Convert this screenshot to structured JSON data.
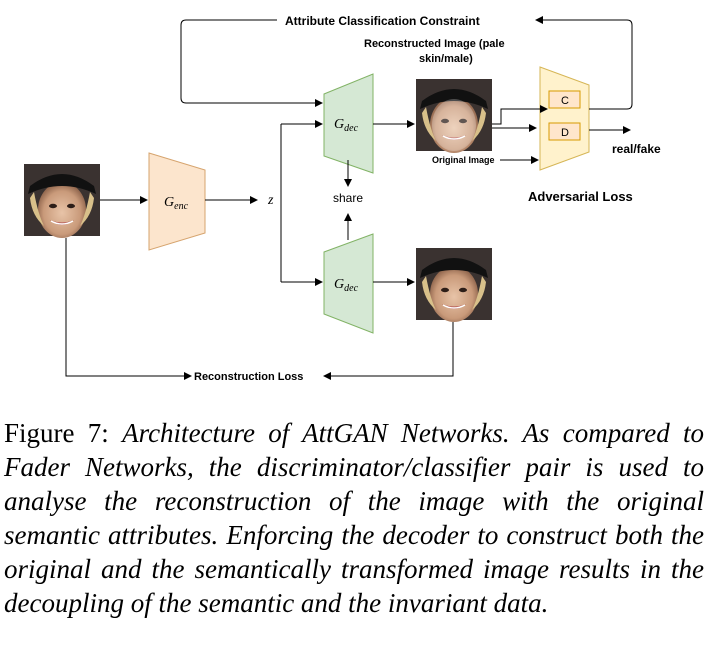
{
  "diagram": {
    "labels": {
      "attr_constraint": "Attribute Classification Constraint",
      "recon_image": "Reconstructed Image (pale",
      "recon_image_2": "skin/male)",
      "original_image": "Original Image",
      "real_fake": "real/fake",
      "adversarial_loss": "Adversarial Loss",
      "share": "share",
      "z": "z",
      "reconstruction_loss": "Reconstruction Loss",
      "classifier": "C",
      "discriminator": "D"
    },
    "encoder": {
      "base": "G",
      "sub": "enc"
    },
    "decoder_top": {
      "base": "G",
      "sub": "dec"
    },
    "decoder_bottom": {
      "base": "G",
      "sub": "dec"
    },
    "colors": {
      "encoder_fill": "#fce5cd",
      "encoder_stroke": "#d6a46e",
      "decoder_fill": "#d5e8d4",
      "decoder_stroke": "#82b366",
      "disc_fill": "#fff2cc",
      "disc_stroke": "#d6b656",
      "box_fill": "#ffe6cc",
      "box_stroke": "#d79b00"
    }
  },
  "caption": {
    "figure_label": "Figure 7:",
    "text": "Architecture of AttGAN Networks. As compared to Fader Networks, the discriminator/classifier pair is used to analyse the reconstruction of the image with the original semantic attributes. Enforcing the decoder to construct both the original and the semantically transformed image results in the decoupling of the semantic and the invariant data."
  }
}
